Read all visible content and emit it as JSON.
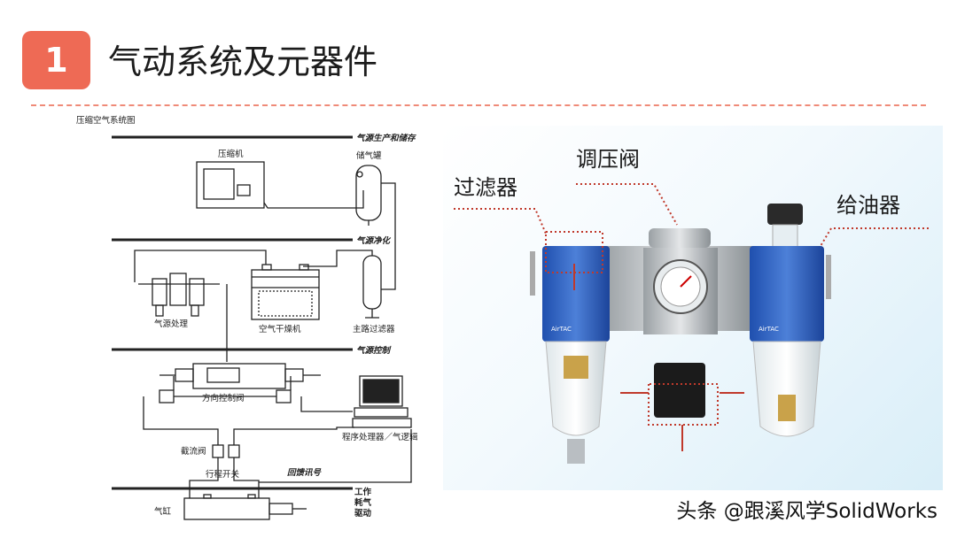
{
  "slide": {
    "number": "1",
    "title": "气动系统及元器件",
    "colors": {
      "accent": "#ee6a55",
      "divider": "#ef8a78"
    }
  },
  "diagram": {
    "caption": "压缩空气系统图",
    "sections": [
      {
        "label": "气源生产和储存"
      },
      {
        "label": "气源净化"
      },
      {
        "label": "气源控制"
      }
    ],
    "components": {
      "compressor": "压缩机",
      "air_tank": "储气罐",
      "treatment": "气源处理",
      "dryer": "空气干燥机",
      "main_filter": "主路过滤器",
      "direction_valve": "方向控制阀",
      "throttle_valve": "截流阀",
      "processor": "程序处理器／气逻辑",
      "limit_switch": "行程开关",
      "feedback": "回馈讯号",
      "cylinder": "气缸",
      "work": "工作\n耗气\n驱动"
    }
  },
  "photo": {
    "callouts": {
      "filter": "过滤器",
      "regulator": "调压阀",
      "lubricator": "给油器"
    },
    "brand": "AirTAC"
  },
  "watermark": "头条 @跟溪风学SolidWorks"
}
